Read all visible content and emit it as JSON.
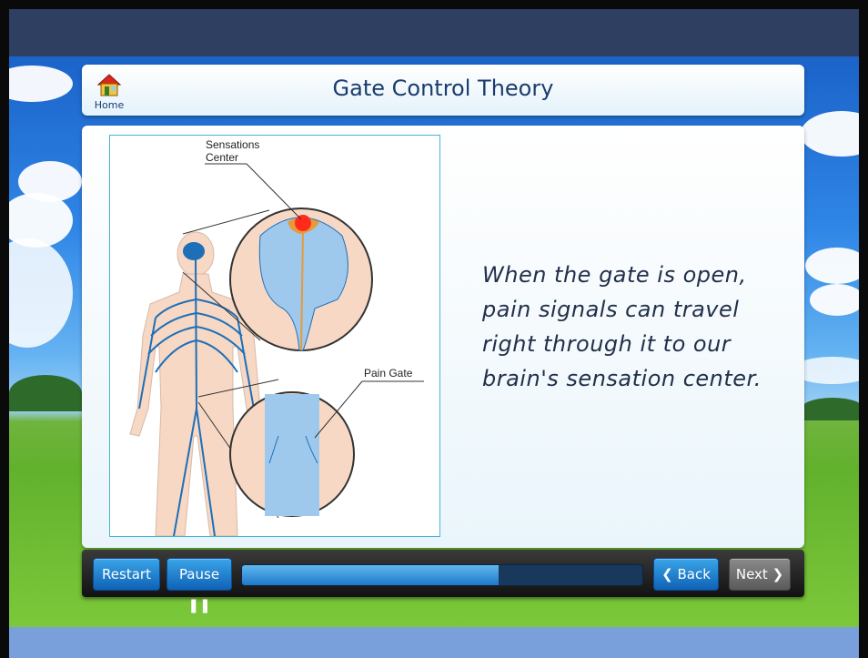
{
  "header": {
    "title": "Gate Control Theory",
    "home_label": "Home"
  },
  "illustration": {
    "label_sensations": "Sensations",
    "label_center": "Center",
    "label_pain_gate": "Pain Gate"
  },
  "narration": "When the gate is open, pain signals can travel right through it to our brain's sensation center.",
  "controls": {
    "restart_label": "Restart",
    "pause_label": "Pause",
    "back_label": "Back",
    "next_label": "Next",
    "progress": 0.64
  },
  "colors": {
    "accent": "#1f78c8",
    "title_text": "#1a3c6d",
    "nerve": "#1d6fb8",
    "skin": "#f7d8c4",
    "pain": "#ff2a1a"
  },
  "icons": [
    "home-icon",
    "pause-icon",
    "chevron-left-icon",
    "chevron-right-icon"
  ]
}
